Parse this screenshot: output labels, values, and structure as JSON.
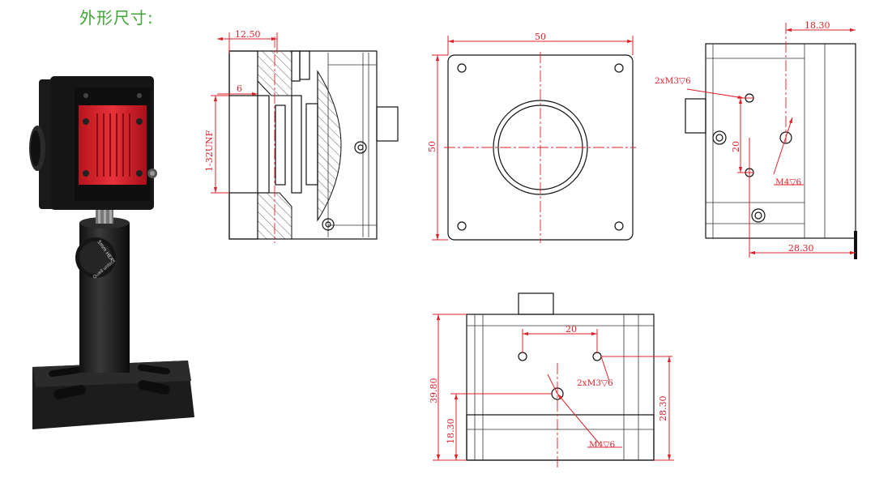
{
  "title": "外形尺寸:",
  "colors": {
    "title": "#3fa535",
    "dimension": "#e0202a",
    "camera_accent": "#d9232d"
  },
  "photo": {
    "hex_label": "5mm HEX",
    "hex_label2": "Quad unlock"
  },
  "section_view": {
    "dim_top": "12.50",
    "dim_small": "6",
    "thread": "1-32UNF"
  },
  "front_view": {
    "width": "50",
    "height": "50"
  },
  "side_view": {
    "dim_top": "18.30",
    "mount_holes": "2xM3▽6",
    "spacing": "20",
    "center_hole": "M4▽6",
    "dim_bottom": "28.30"
  },
  "bottom_view": {
    "spacing": "20",
    "mount_holes": "2xM3▽6",
    "center_hole": "M4▽6",
    "height_total": "39.80",
    "height_low": "18.30",
    "height_right": "28.30"
  }
}
